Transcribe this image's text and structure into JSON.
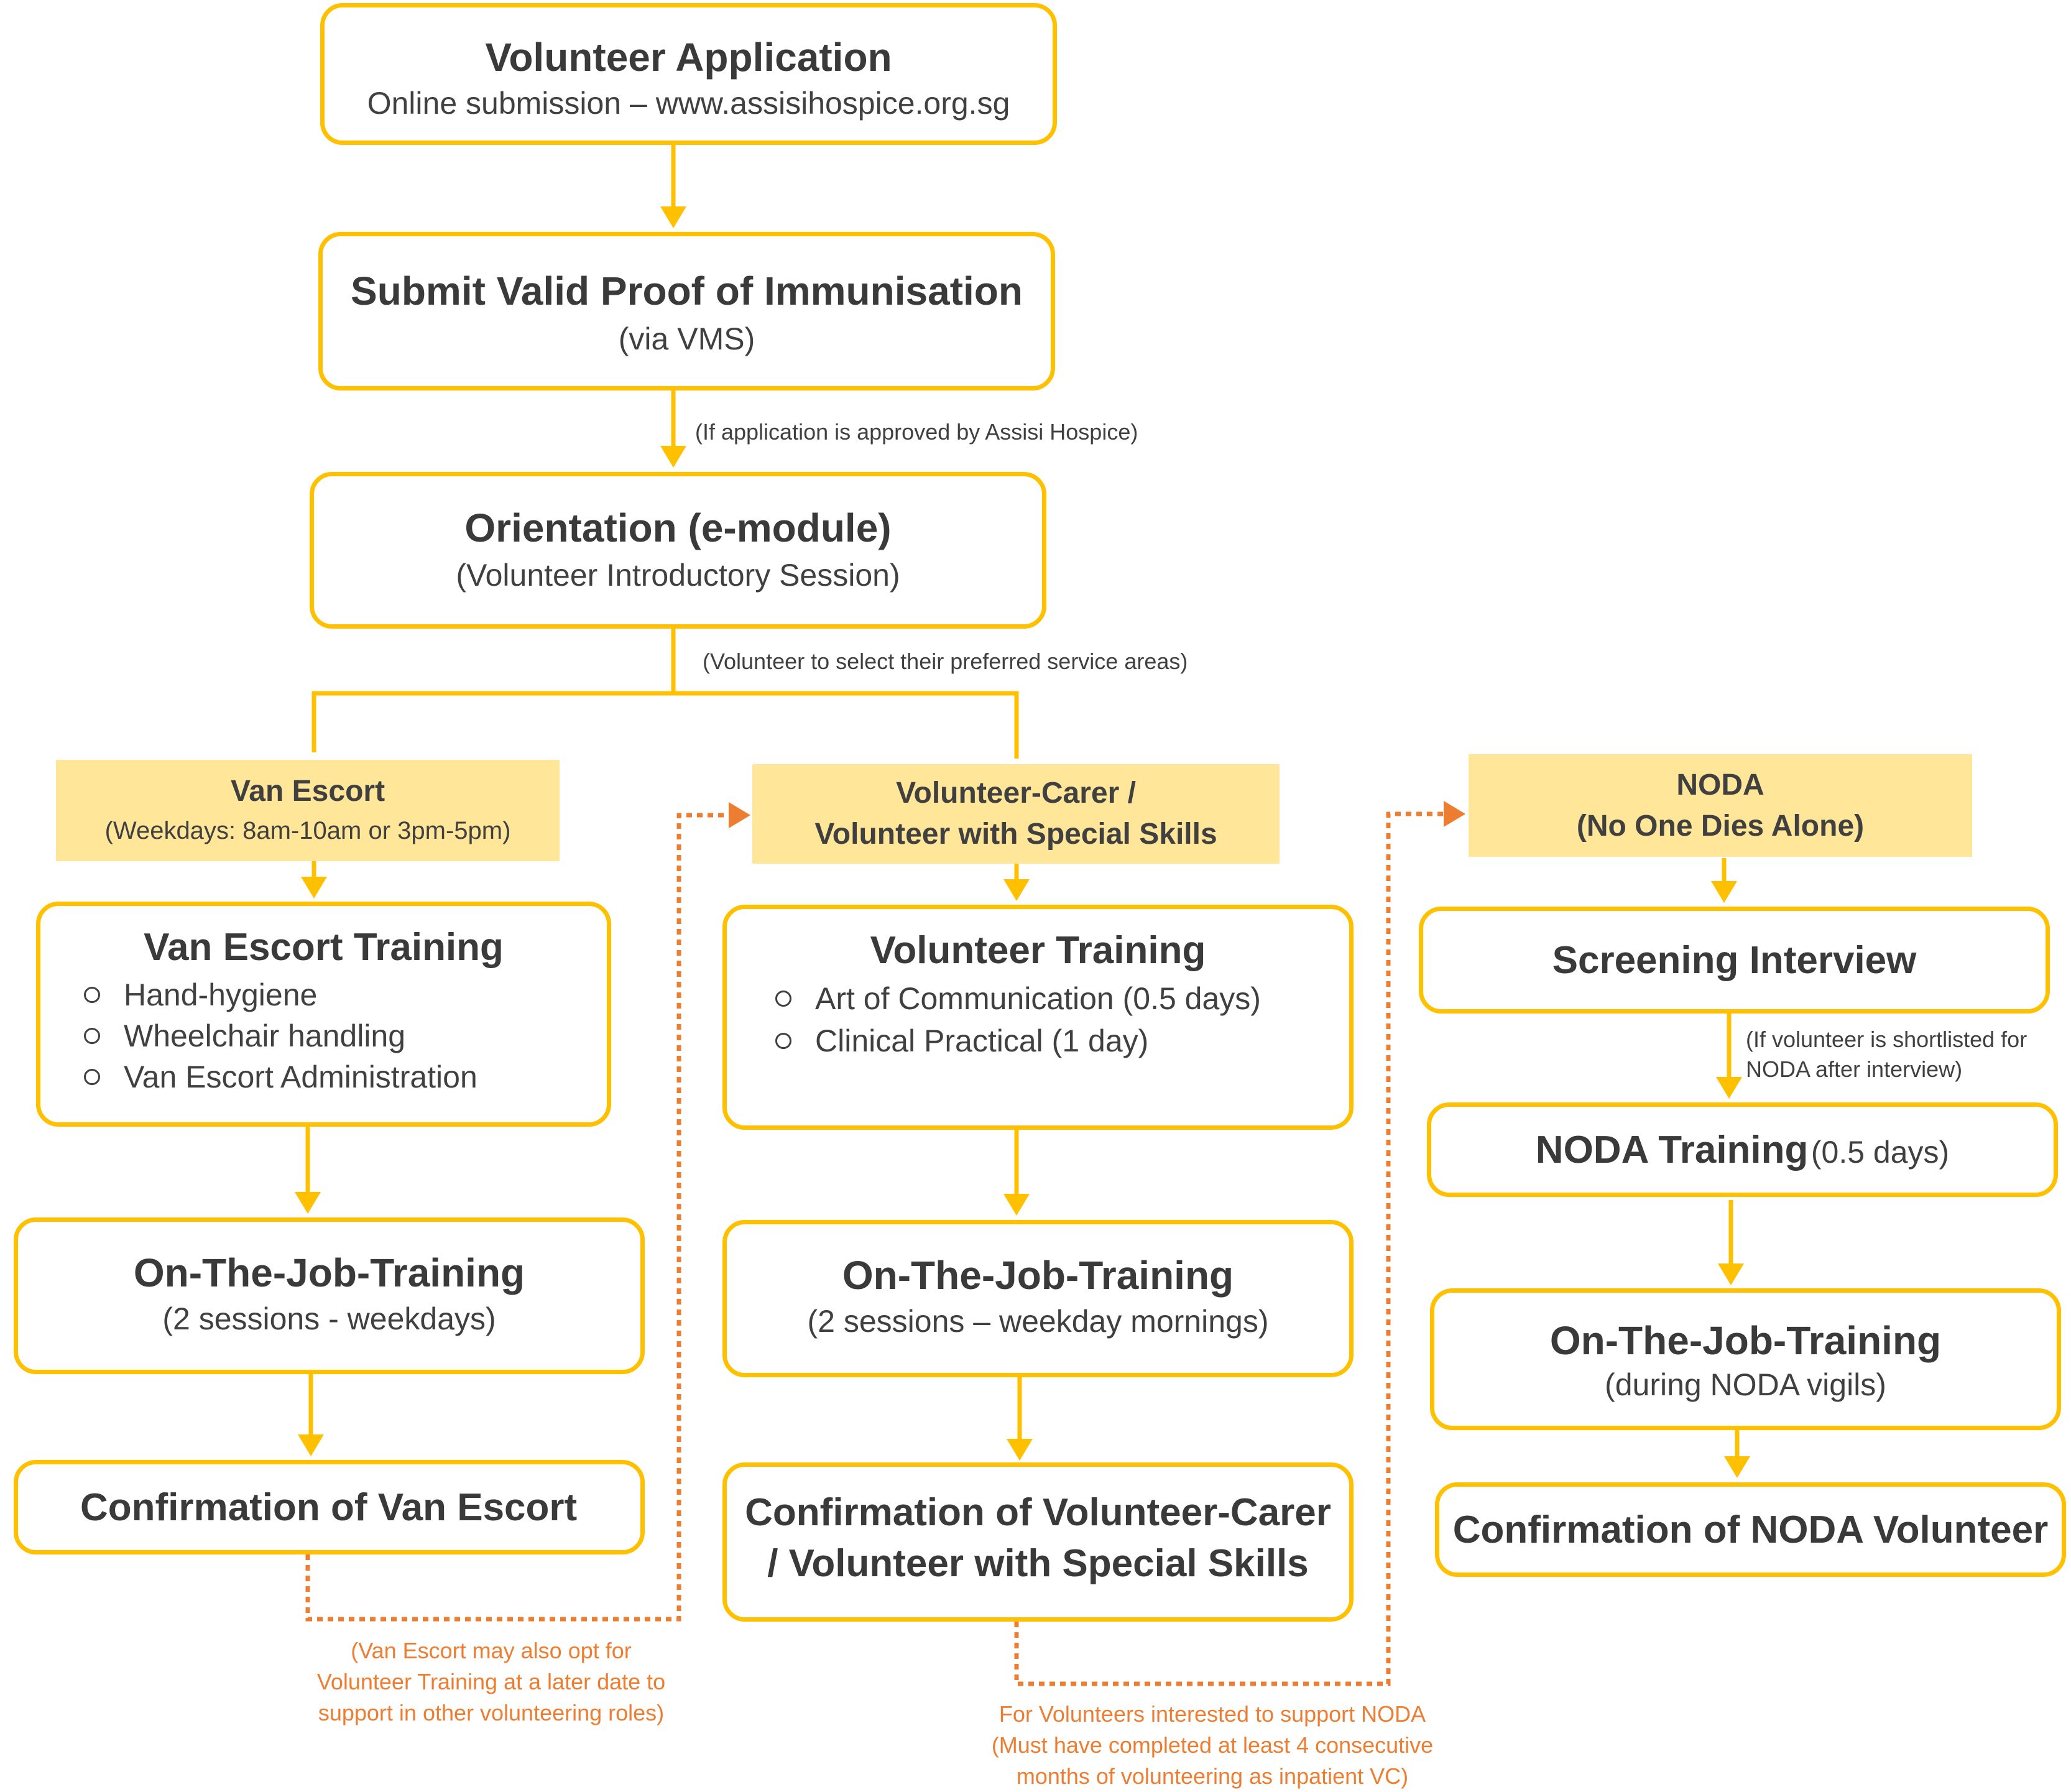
{
  "application": {
    "title": "Volunteer Application",
    "subtitle": "Online submission – www.assisihospice.org.sg"
  },
  "immunisation": {
    "title": "Submit Valid Proof of Immunisation",
    "subtitle": "(via VMS)"
  },
  "note_approved": "(If application is approved by Assisi Hospice)",
  "orientation": {
    "title": "Orientation (e-module)",
    "subtitle": "(Volunteer Introductory Session)"
  },
  "note_select": "(Volunteer to select their preferred service areas)",
  "van": {
    "header_title": "Van Escort",
    "header_sub": "(Weekdays: 8am-10am or 3pm-5pm)",
    "training_title": "Van Escort Training",
    "training_items": [
      "Hand-hygiene",
      "Wheelchair handling",
      "Van Escort Administration"
    ],
    "ojt_title": "On-The-Job-Training",
    "ojt_sub": "(2 sessions - weekdays)",
    "confirm": "Confirmation of Van Escort",
    "note_lines": [
      "(Van Escort may also opt for",
      "Volunteer Training at a later date to",
      "support in other volunteering roles)"
    ]
  },
  "carer": {
    "header_line1": "Volunteer-Carer /",
    "header_line2": "Volunteer with Special Skills",
    "training_title": "Volunteer Training",
    "training_items": [
      "Art of Communication (0.5 days)",
      "Clinical Practical (1 day)"
    ],
    "ojt_title": "On-The-Job-Training",
    "ojt_sub": "(2 sessions – weekday mornings)",
    "confirm_line1": "Confirmation of Volunteer-Carer",
    "confirm_line2": "/ Volunteer with Special Skills",
    "note_lines": [
      "For Volunteers interested to support NODA",
      "(Must have completed at least 4 consecutive",
      "months of volunteering as inpatient VC)"
    ]
  },
  "noda": {
    "header_line1": "NODA",
    "header_line2": "(No One Dies Alone)",
    "screening": "Screening Interview",
    "note_lines": [
      "(If volunteer is shortlisted for",
      "NODA after interview)"
    ],
    "training_title": "NODA Training",
    "training_sub": "(0.5 days)",
    "ojt_title": "On-The-Job-Training",
    "ojt_sub": "(during NODA vigils)",
    "confirm": "Confirmation of NODA Volunteer"
  },
  "colors": {
    "box_border": "#FFC000",
    "header_fill": "#FFE699",
    "dotted_link": "#ED7D31",
    "text": "#404040"
  }
}
